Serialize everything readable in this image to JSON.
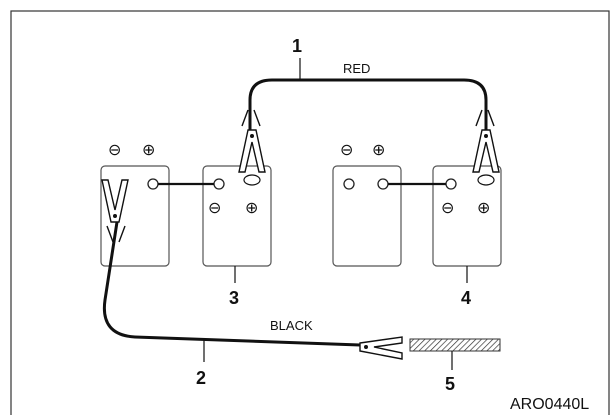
{
  "labels": {
    "callout_1": "1",
    "callout_2": "2",
    "callout_3": "3",
    "callout_4": "4",
    "callout_5": "5",
    "red": "RED",
    "black": "BLACK",
    "figure_code": "ARO0440L"
  },
  "terminals": {
    "minus": "⊖",
    "plus": "⊕"
  },
  "colors": {
    "line": "#111111",
    "frame": "#333333",
    "battery_stroke": "#555555",
    "hatch": "#333333"
  }
}
